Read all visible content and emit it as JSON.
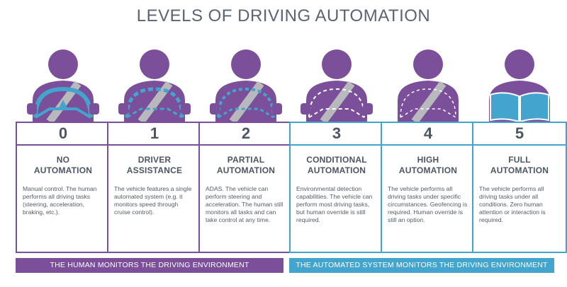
{
  "title": "LEVELS OF DRIVING AUTOMATION",
  "colors": {
    "human": "#7b4f9a",
    "system": "#43a4ce",
    "text": "#4c5663"
  },
  "levels": [
    {
      "number": "0",
      "name_line1": "NO",
      "name_line2": "AUTOMATION",
      "description": "Manual control. The human performs all driving tasks (steering, acceleration, braking, etc.).",
      "monitor": "human",
      "icon": "driver-hands-on-wheel-icon"
    },
    {
      "number": "1",
      "name_line1": "DRIVER",
      "name_line2": "ASSISTANCE",
      "description": "The vehicle features a single automated system (e.g. it monitors speed through cruise control).",
      "monitor": "human",
      "icon": "driver-assisted-wheel-icon"
    },
    {
      "number": "2",
      "name_line1": "PARTIAL",
      "name_line2": "AUTOMATION",
      "description": "ADAS. The vehicle can perform steering and acceleration. The human still monitors all tasks and can take control at any time.",
      "monitor": "human",
      "icon": "driver-partial-wheel-icon"
    },
    {
      "number": "3",
      "name_line1": "CONDITIONAL",
      "name_line2": "AUTOMATION",
      "description": "Environmental detection capabilities. The vehicle can perform most driving tasks, but human override is still required.",
      "monitor": "system",
      "icon": "driver-conditional-wheel-icon"
    },
    {
      "number": "4",
      "name_line1": "HIGH",
      "name_line2": "AUTOMATION",
      "description": "The vehicle performs all driving tasks under specific circumstances. Geofencing is required. Human override is still an option.",
      "monitor": "system",
      "icon": "driver-optional-wheel-icon"
    },
    {
      "number": "5",
      "name_line1": "FULL",
      "name_line2": "AUTOMATION",
      "description": "The vehicle performs all driving tasks under all conditions. Zero human attention or interaction is required.",
      "monitor": "system",
      "icon": "passenger-reading-book-icon"
    }
  ],
  "bands": {
    "human": "THE HUMAN MONITORS THE DRIVING ENVIRONMENT",
    "system": "THE AUTOMATED SYSTEM MONITORS THE DRIVING ENVIRONMENT"
  }
}
